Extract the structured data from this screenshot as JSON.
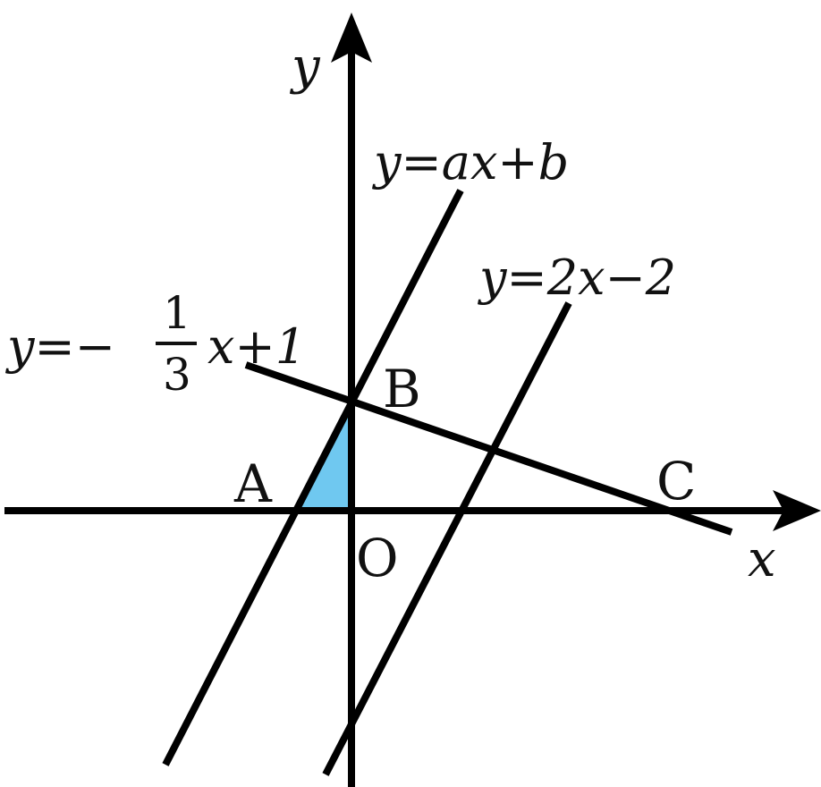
{
  "axes": {
    "x_label": "x",
    "y_label": "y",
    "origin_label": "O"
  },
  "equations": {
    "line1": "y=ax+b",
    "line2": "y=2x−2",
    "line3_prefix": "y=−",
    "line3_numerator": "1",
    "line3_denominator": "3",
    "line3_suffix": "x+1"
  },
  "points": {
    "A": "A",
    "B": "B",
    "C": "C"
  },
  "colors": {
    "triangle_fill": "#6FC8F0",
    "line": "#000000"
  }
}
